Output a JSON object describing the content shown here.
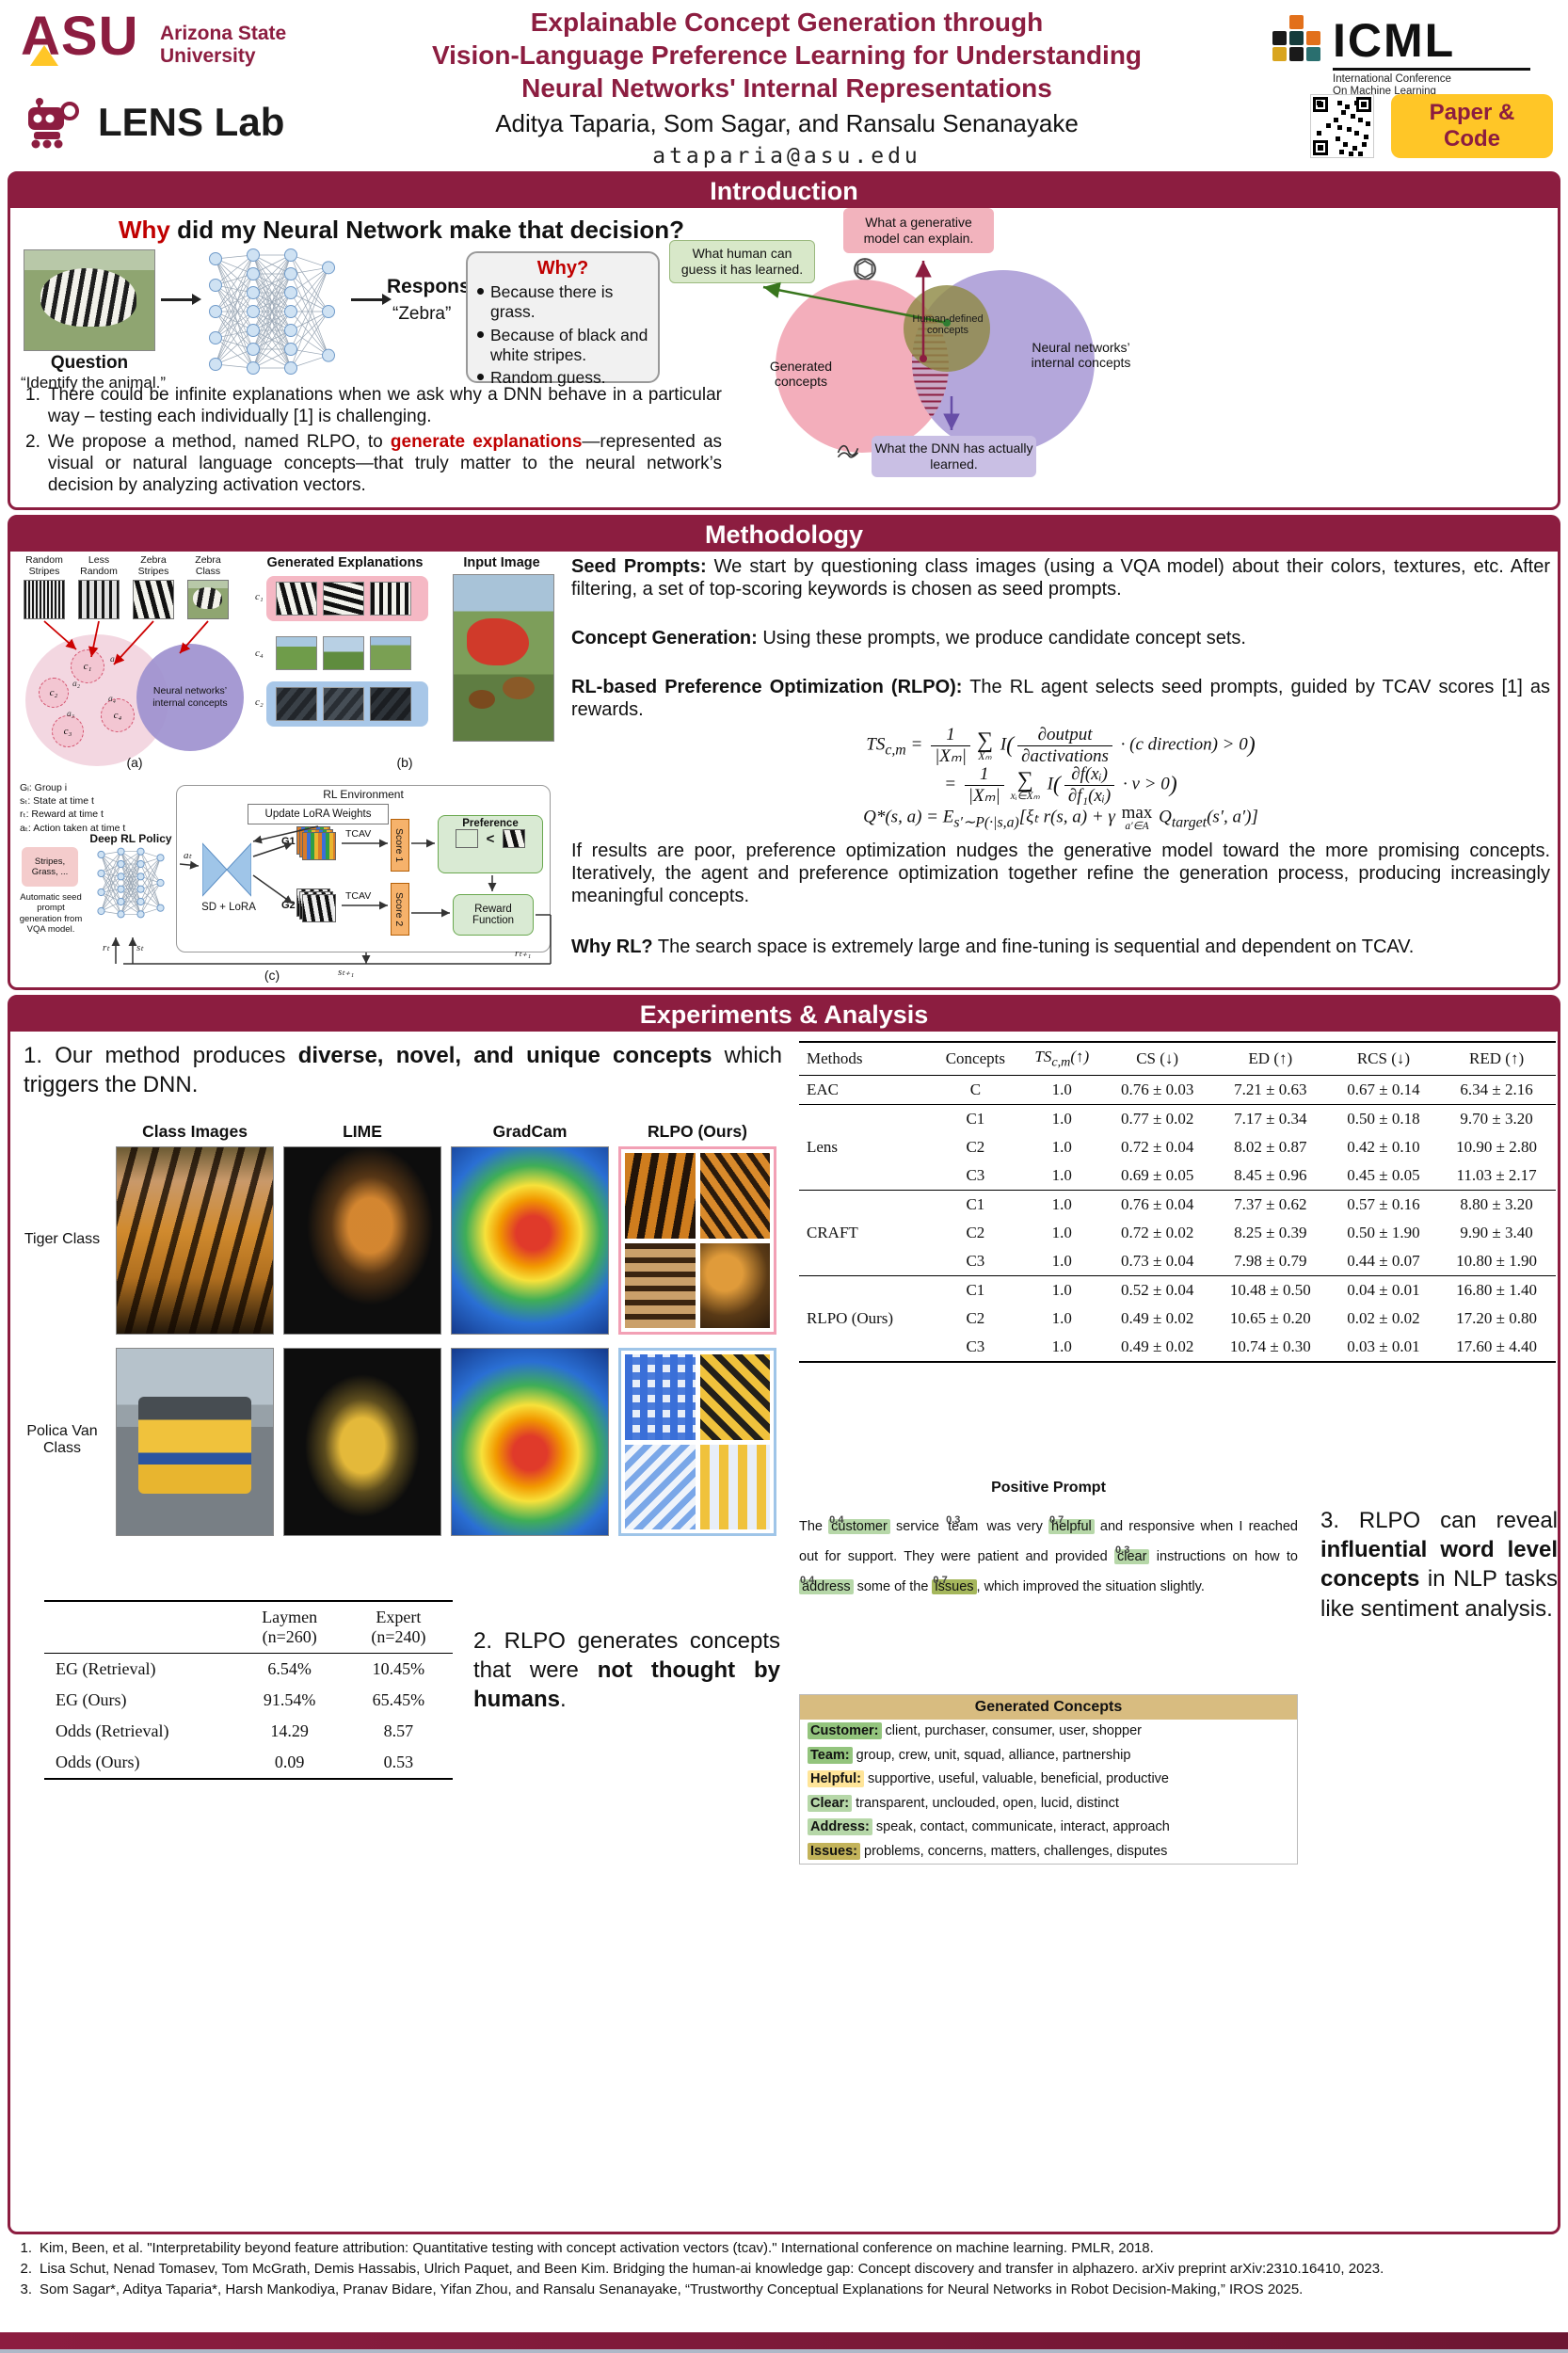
{
  "header": {
    "asu": {
      "acronym": "ASU",
      "name_line1": "Arizona State",
      "name_line2": "University"
    },
    "lens_lab": {
      "label": "LENS Lab"
    },
    "title": {
      "line1": "Explainable Concept Generation through",
      "line2": "Vision-Language Preference Learning for Understanding",
      "line3": "Neural Networks' Internal Representations"
    },
    "authors": "Aditya Taparia, Som Sagar, and Ransalu Senanayake",
    "email": "ataparia@asu.edu",
    "icml": {
      "acronym": "ICML",
      "sub_line1": "International Conference",
      "sub_line2": "On Machine Learning"
    },
    "paper_code": {
      "line1": "Paper &",
      "line2": "Code"
    }
  },
  "intro": {
    "section_title": "Introduction",
    "heading": {
      "highlight": "Why",
      "rest": " did my Neural Network make that decision?"
    },
    "question": {
      "label": "Question",
      "text": "“Identify the animal.”"
    },
    "response": {
      "label": "Response",
      "text": "“Zebra”"
    },
    "why_box": {
      "title": "Why?",
      "items": [
        "Because there is grass.",
        "Because of black and white stripes.",
        "Random guess."
      ]
    },
    "venn": {
      "generative_label": "What a generative model can explain.",
      "human_guess_label": "What human can guess it has learned.",
      "human_defined_label": "Human-defined concepts",
      "generated_label": "Generated concepts",
      "internal_label": "Neural networks’ internal concepts",
      "dnn_learned_label": "What the DNN has actually learned."
    },
    "points": [
      {
        "num": "1.",
        "pre": "There could be infinite explanations when we ask why a DNN behave in a particular way – testing each individually [1] is challenging.",
        "highlight": "",
        "post": ""
      },
      {
        "num": "2.",
        "pre": "We propose a method, named RLPO, to ",
        "highlight": "generate explanations",
        "post": "—represented as visual or natural language concepts—that truly matter to the neural network’s decision by analyzing activation vectors."
      }
    ]
  },
  "methodology": {
    "section_title": "Methodology",
    "fig_a": {
      "patch_labels": [
        "Random\nStripes",
        "Less\nRandom",
        "Zebra\nStripes",
        "Zebra\nClass"
      ],
      "concept_labels": [
        "c₁",
        "c₂",
        "c₃",
        "c₄"
      ],
      "action_labels": [
        "a₁",
        "a₂",
        "a₃",
        "a₄"
      ],
      "internal_label": "Neural networks’ internal concepts",
      "caption": "(a)"
    },
    "fig_b": {
      "generated_title": "Generated Explanations",
      "input_title": "Input Image",
      "row_labels": [
        "c₁",
        "c₄",
        "c₂"
      ],
      "caption": "(b)"
    },
    "fig_c": {
      "legend": [
        "Gᵢ: Group i",
        "sₜ: State at time t",
        "rₜ: Reward at time t",
        "aₜ: Action taken at time t"
      ],
      "env_label": "RL Environment",
      "update_lora": "Update LoRA Weights",
      "policy_label": "Deep RL Policy",
      "sd_lora": "SD + LoRA",
      "g1": "G1",
      "g2": "G2",
      "tcav": "TCAV",
      "score1": "Score 1",
      "score2": "Score 2",
      "preference": "Preference",
      "less_than": "<",
      "reward_function": "Reward Function",
      "seed_words": "Stripes, Grass, ...",
      "seed_note": "Automatic seed prompt generation from VQA model.",
      "a_t": "aₜ",
      "r_t": "rₜ",
      "s_t": "sₜ",
      "s_t1": "sₜ₊₁",
      "r_t1": "rₜ₊₁",
      "caption": "(c)"
    },
    "paragraphs": {
      "seed_bold": "Seed Prompts:",
      "seed_text": " We start by questioning class images (using a VQA model) about their colors, textures, etc. After filtering, a set of top-scoring keywords is chosen as seed prompts.",
      "concept_bold": "Concept Generation:",
      "concept_text": " Using these prompts, we produce candidate concept sets.",
      "rlpo_bold": "RL-based Preference Optimization (RLPO):",
      "rlpo_text": " The RL agent selects seed prompts, guided by TCAV scores [1] as rewards.",
      "iterate_text": "If results are poor, preference optimization nudges the generative model toward the more promising concepts. Iteratively, the agent and preference optimization together refine the generation process, producing increasingly meaningful concepts.",
      "whyrl_bold": "Why RL?",
      "whyrl_text": " The search space is extremely large and fine-tuning is sequential and dependent on TCAV."
    },
    "equations": {
      "eq1_html": "TS<sub>c,m</sub> = <span class='frac'><span class='fn'>1</span><span class='fd'>|Xₘ|</span></span><span class='sumop'><span class='so'>∑</span><span class='sl'>Xₘ</span></span> I<span class='bp'>(</span><span class='frac'><span class='fn'>∂output</span><span class='fd'>∂activations</span></span> · (c direction) &gt; 0<span class='bp'>)</span>",
      "eq2_html": "= <span class='frac'><span class='fn'>1</span><span class='fd'>|Xₘ|</span></span><span class='sumop'><span class='so'>∑</span><span class='sl'>xᵢ∈Xₘ</span></span> I<span class='bp'>(</span><span class='frac'><span class='fn'>∂f(xᵢ)</span><span class='fd'>∂f₁(xᵢ)</span></span> · v &gt; 0<span class='bp'>)</span>",
      "eq3_html": "Q*(s, a) = E<sub>s′∼P(·|s,a)</sub>[ξₜ r(s, a) + γ <span class='maxop'><span class='mo'>max</span><span class='sl'>a′∈A</span></span> Q<sub>target</sub>(s′, a′)]"
    }
  },
  "experiments": {
    "section_title": "Experiments & Analysis",
    "point1": {
      "pre": "1. Our method produces ",
      "bold": "diverse, novel, and unique concepts",
      "post": " which triggers the DNN."
    },
    "grid": {
      "col_headers": [
        "Class Images",
        "LIME",
        "GradCam",
        "RLPO (Ours)"
      ],
      "row_labels": [
        "Tiger Class",
        "Polica Van\nClass"
      ]
    },
    "user_study_table": {
      "col_headers": [
        "Laymen\n(n=260)",
        "Expert\n(n=240)"
      ],
      "rows": [
        {
          "label": "EG (Retrieval)",
          "laymen": "6.54%",
          "expert": "10.45%"
        },
        {
          "label": "EG (Ours)",
          "laymen": "91.54%",
          "expert": "65.45%"
        },
        {
          "label": "Odds (Retrieval)",
          "laymen": "14.29",
          "expert": "8.57"
        },
        {
          "label": "Odds (Ours)",
          "laymen": "0.09",
          "expert": "0.53"
        }
      ]
    },
    "point2": {
      "pre": "2. RLPO generates concepts that were ",
      "bold": "not thought by humans",
      "post": "."
    },
    "results_table": {
      "headers": {
        "methods": "Methods",
        "concepts": "Concepts",
        "ts_html": "TS<sub>c,m</sub>(↑)",
        "cs": "CS (↓)",
        "ed": "ED (↑)",
        "rcs": "RCS (↓)",
        "red": "RED (↑)"
      },
      "groups": [
        {
          "method": "EAC",
          "rows": [
            {
              "c": "C",
              "ts": "1.0",
              "cs": "0.76 ± 0.03",
              "ed": "7.21 ± 0.63",
              "rcs": "0.67 ± 0.14",
              "red": "6.34 ± 2.16"
            }
          ]
        },
        {
          "method": "Lens",
          "rows": [
            {
              "c": "C1",
              "ts": "1.0",
              "cs": "0.77 ± 0.02",
              "ed": "7.17 ± 0.34",
              "rcs": "0.50 ± 0.18",
              "red": "9.70 ± 3.20"
            },
            {
              "c": "C2",
              "ts": "1.0",
              "cs": "0.72 ± 0.04",
              "ed": "8.02 ± 0.87",
              "rcs": "0.42 ± 0.10",
              "red": "10.90 ± 2.80"
            },
            {
              "c": "C3",
              "ts": "1.0",
              "cs": "0.69 ± 0.05",
              "ed": "8.45 ± 0.96",
              "rcs": "0.45 ± 0.05",
              "red": "11.03 ± 2.17"
            }
          ]
        },
        {
          "method": "CRAFT",
          "rows": [
            {
              "c": "C1",
              "ts": "1.0",
              "cs": "0.76 ± 0.04",
              "ed": "7.37 ± 0.62",
              "rcs": "0.57 ± 0.16",
              "red": "8.80 ± 3.20"
            },
            {
              "c": "C2",
              "ts": "1.0",
              "cs": "0.72 ± 0.02",
              "ed": "8.25 ± 0.39",
              "rcs": "0.50 ± 1.90",
              "red": "9.90 ± 3.40"
            },
            {
              "c": "C3",
              "ts": "1.0",
              "cs": "0.73 ± 0.04",
              "ed": "7.98 ± 0.79",
              "rcs": "0.44 ± 0.07",
              "red": "10.80 ± 1.90"
            }
          ]
        },
        {
          "method": "RLPO (Ours)",
          "rows": [
            {
              "c": "C1",
              "ts": "1.0",
              "cs": "0.52 ± 0.04",
              "ed": "10.48 ± 0.50",
              "rcs": "0.04 ± 0.01",
              "red": "16.80 ± 1.40"
            },
            {
              "c": "C2",
              "ts": "1.0",
              "cs": "0.49 ± 0.02",
              "ed": "10.65 ± 0.20",
              "rcs": "0.02 ± 0.02",
              "red": "17.20 ± 0.80"
            },
            {
              "c": "C3",
              "ts": "1.0",
              "cs": "0.49 ± 0.02",
              "ed": "10.74 ± 0.30",
              "rcs": "0.03 ± 0.01",
              "red": "17.60 ± 4.40"
            }
          ]
        }
      ]
    },
    "positive_prompt": {
      "title": "Positive Prompt",
      "body_html": "The <span class='pw'><i class='sc'>0.4</i>customer</span> service <span class='pw bare'><i class='sc'>0.3</i>team</span> was very <span class='pw'><i class='sc'>0.7</i>helpful</span> and responsive when I reached out for support. They were patient and provided <span class='pw'><i class='sc'>0.3</i>clear</span> instructions on how to <span class='pw'><i class='sc'>0.4</i>address</span> some of the <span class='pw dk'><i class='sc'>0.7</i>issues</span>, which improved the situation slightly."
    },
    "point3": {
      "pre": "3. RLPO can reveal ",
      "bold": "influential word level concepts",
      "post": " in NLP tasks like sentiment analysis."
    },
    "generated_concepts": {
      "title": "Generated Concepts",
      "rows": [
        {
          "word": "Customer:",
          "list": " client, purchaser, consumer, user, shopper",
          "style": "background-color:#93c47d"
        },
        {
          "word": "Team:",
          "list": " group, crew, unit, squad, alliance, partnership",
          "style": "background-color:#93c47d"
        },
        {
          "word": "Helpful:",
          "list": " supportive, useful, valuable, beneficial, productive",
          "style": "background-color:#ffe599"
        },
        {
          "word": "Clear:",
          "list": " transparent, unclouded, open, lucid, distinct",
          "style": "background-color:#b6d7a8"
        },
        {
          "word": "Address:",
          "list": " speak, contact, communicate, interact, approach",
          "style": "background-color:#b6d7a8"
        },
        {
          "word": "Issues:",
          "list": " problems, concerns, matters, challenges, disputes",
          "style": "background-color:#c3b35a"
        }
      ]
    }
  },
  "references": {
    "items": [
      {
        "num": "1.",
        "text": "Kim, Been, et al. \"Interpretability beyond feature attribution: Quantitative testing with concept activation vectors (tcav).\" International conference on machine learning. PMLR, 2018."
      },
      {
        "num": "2.",
        "text": "Lisa Schut, Nenad Tomasev, Tom McGrath, Demis Hassabis, Ulrich Paquet, and Been Kim. Bridging the human-ai knowledge gap: Concept discovery and transfer in alphazero. arXiv preprint arXiv:2310.16410, 2023."
      },
      {
        "num": "3.",
        "text": "Som Sagar*, Aditya Taparia*, Harsh Mankodiya, Pranav Bidare, Yifan Zhou, and Ransalu Senanayake, “Trustworthy Conceptual Explanations for Neural Networks in Robot Decision-Making,” IROS 2025."
      }
    ]
  }
}
